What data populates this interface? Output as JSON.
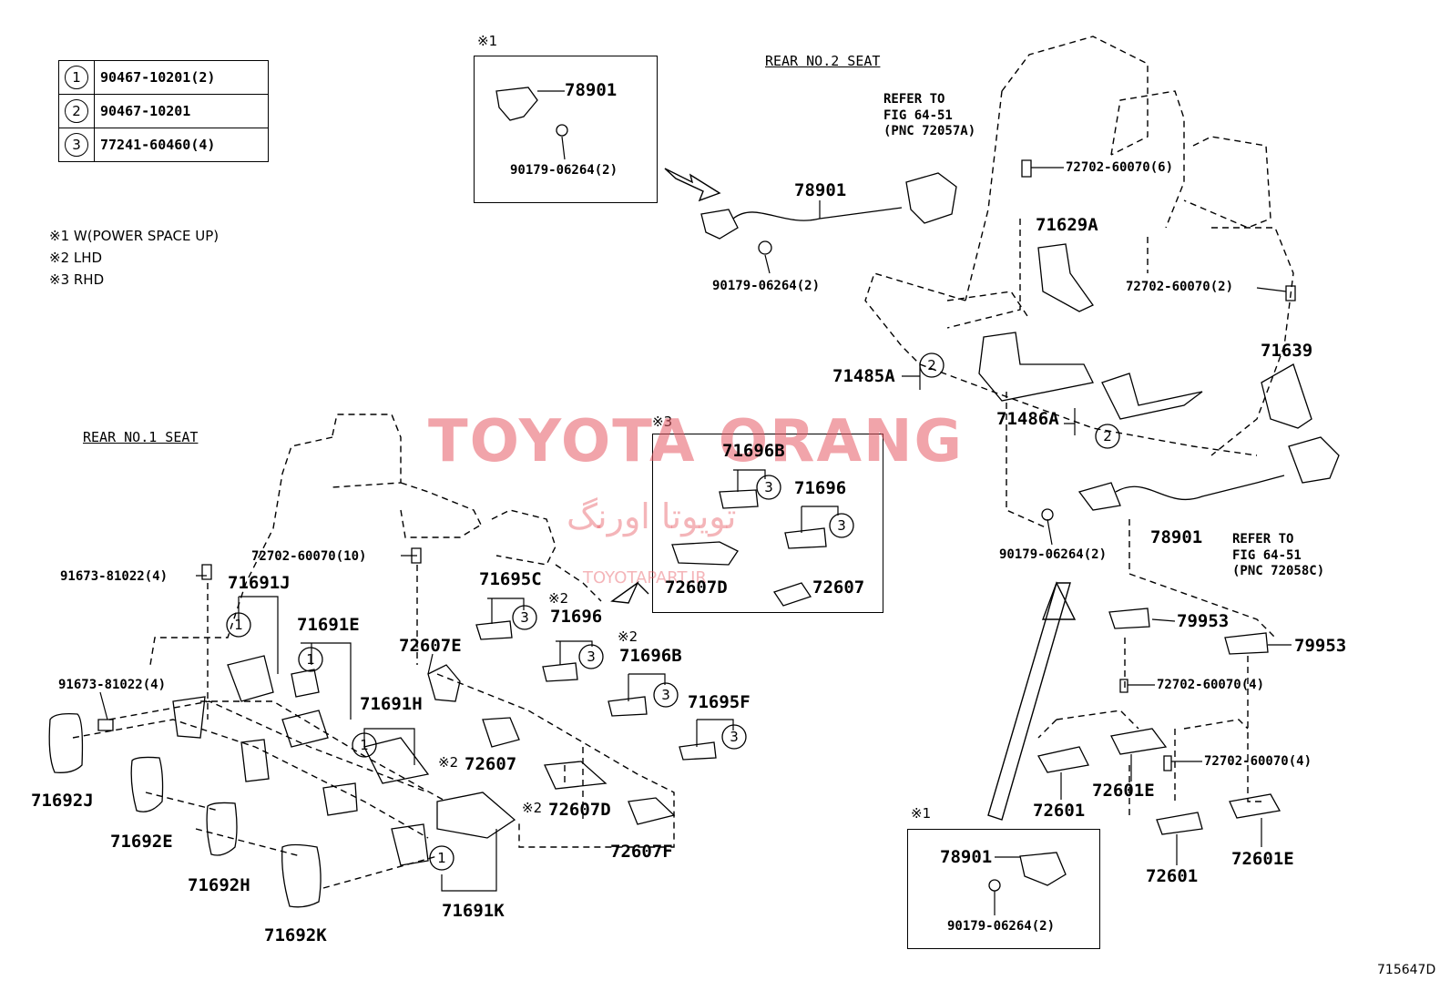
{
  "legend": [
    {
      "marker": "1",
      "part": "90467-10201(2)"
    },
    {
      "marker": "2",
      "part": "90467-10201"
    },
    {
      "marker": "3",
      "part": "77241-60460(4)"
    }
  ],
  "notes": [
    "※1 W(POWER SPACE UP)",
    "※2 LHD",
    "※3 RHD"
  ],
  "headings": {
    "rear_no2": "REAR NO.2 SEAT",
    "rear_no1": "REAR NO.1 SEAT"
  },
  "insets": {
    "top_mark": "※1",
    "rhd_mark": "※3",
    "bottom_mark": "※1"
  },
  "refer": {
    "upper": "REFER TO\nFIG 64-51\n(PNC 72057A)",
    "lower": "REFER TO\nFIG 64-51\n(PNC 72058C)"
  },
  "watermark": {
    "main": "TOYOTA ORANG",
    "persian": "تویوتا اورنگ",
    "url": "TOYOTAPART.IR"
  },
  "figure_id": "715647D",
  "callouts": {
    "c_78901_inset1": "78901",
    "c_90179_inset1": "90179-06264(2)",
    "c_78901_top": "78901",
    "c_90179_top": "90179-06264(2)",
    "c_72702_6": "72702-60070(6)",
    "c_71629a": "71629A",
    "c_72702_2": "72702-60070(2)",
    "c_71639": "71639",
    "c_71485a": "71485A",
    "c_71486a": "71486A",
    "c_78901_mid": "78901",
    "c_90179_mid": "90179-06264(2)",
    "c_71696b_rhd": "71696B",
    "c_71696_rhd": "71696",
    "c_72607d_rhd": "72607D",
    "c_72607_rhd": "72607",
    "c_91673_a": "91673-81022(4)",
    "c_72702_10": "72702-60070(10)",
    "c_71691j": "71691J",
    "c_71691e": "71691E",
    "c_71695c": "71695C",
    "c_m2_a": "※2",
    "c_71696_lhd": "71696",
    "c_m2_b": "※2",
    "c_71696b_lhd": "71696B",
    "c_72607e": "72607E",
    "c_91673_b": "91673-81022(4)",
    "c_71691h": "71691H",
    "c_71695f": "71695F",
    "c_m2_72607": "※2",
    "c_72607_lhd": "72607",
    "c_m2_72607d": "※2",
    "c_72607d_lhd": "72607D",
    "c_72607f": "72607F",
    "c_71692j": "71692J",
    "c_71692e": "71692E",
    "c_71692h": "71692H",
    "c_71692k": "71692K",
    "c_71691k": "71691K",
    "c_79953_a": "79953",
    "c_79953_b": "79953",
    "c_72702_4a": "72702-60070(4)",
    "c_72702_4b": "72702-60070(4)",
    "c_72601_a": "72601",
    "c_72601e_a": "72601E",
    "c_72601_b": "72601",
    "c_72601e_b": "72601E",
    "c_78901_inset2": "78901",
    "c_90179_inset2": "90179-06264(2)"
  }
}
